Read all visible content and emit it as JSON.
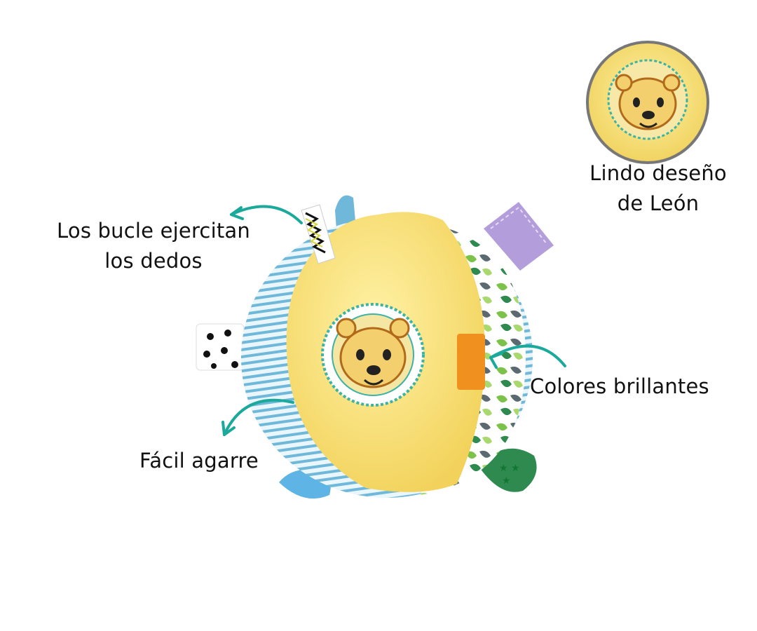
{
  "callouts": {
    "loops": {
      "line1": "Los bucle ejercitan",
      "line2": "los dedos"
    },
    "grip": {
      "line1": "Fácil agarre"
    },
    "colors": {
      "line1": "Colores brillantes"
    },
    "lion": {
      "line1": "Lindo deseño",
      "line2": "de León"
    }
  },
  "colors": {
    "accent_arrow": "#1aa99b",
    "plush_yellow": "#f7e27a",
    "stripe_blue": "#6fb8d9",
    "leaf_green": "#7cc14a",
    "lion_orange": "#e8a13a",
    "tag_purple": "#b39ddb",
    "tag_orange": "#f0901e",
    "tag_green": "#2f8a4f",
    "tag_blue": "#5fb4e6"
  }
}
